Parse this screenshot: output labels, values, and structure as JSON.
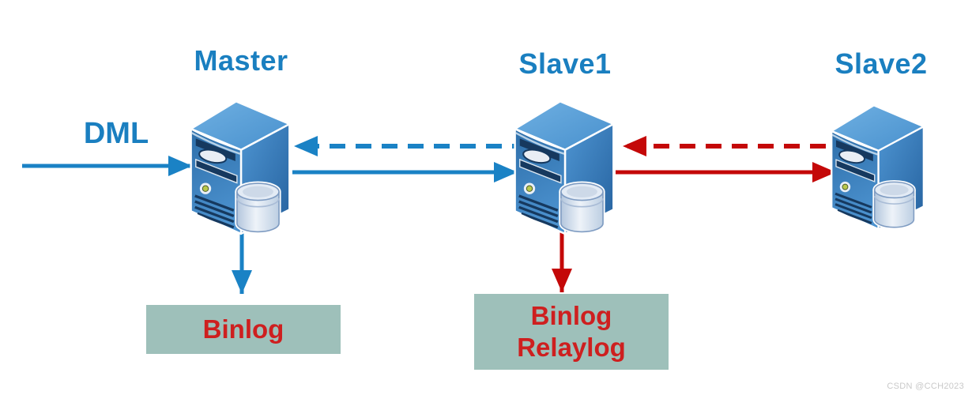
{
  "diagram": {
    "nodes": [
      {
        "id": "master",
        "label": "Master"
      },
      {
        "id": "slave1",
        "label": "Slave1"
      },
      {
        "id": "slave2",
        "label": "Slave2"
      }
    ],
    "input_label": "DML",
    "boxes": [
      {
        "id": "binlog",
        "lines": [
          "Binlog"
        ]
      },
      {
        "id": "binlog-relaylog",
        "lines": [
          "Binlog",
          "Relaylog"
        ]
      }
    ],
    "edges": [
      {
        "from": "external",
        "to": "master",
        "label": "DML",
        "style": "solid",
        "color": "blue"
      },
      {
        "from": "slave1",
        "to": "master",
        "style": "dashed",
        "color": "blue"
      },
      {
        "from": "master",
        "to": "slave1",
        "style": "solid",
        "color": "blue"
      },
      {
        "from": "slave2",
        "to": "slave1",
        "style": "dashed",
        "color": "red"
      },
      {
        "from": "slave1",
        "to": "slave2",
        "style": "solid",
        "color": "red"
      },
      {
        "from": "master",
        "to": "binlog",
        "style": "solid",
        "color": "blue"
      },
      {
        "from": "slave1",
        "to": "binlog-relaylog",
        "style": "solid",
        "color": "red"
      }
    ],
    "colors": {
      "blue": "#1a82c5",
      "red": "#c40808",
      "label_blue": "#1a7fc0",
      "box_fill": "#9ec0ba",
      "box_text": "#ce1f1f",
      "watermark_gray": "#c9c9c9"
    },
    "watermark": "CSDN @CCH2023"
  }
}
